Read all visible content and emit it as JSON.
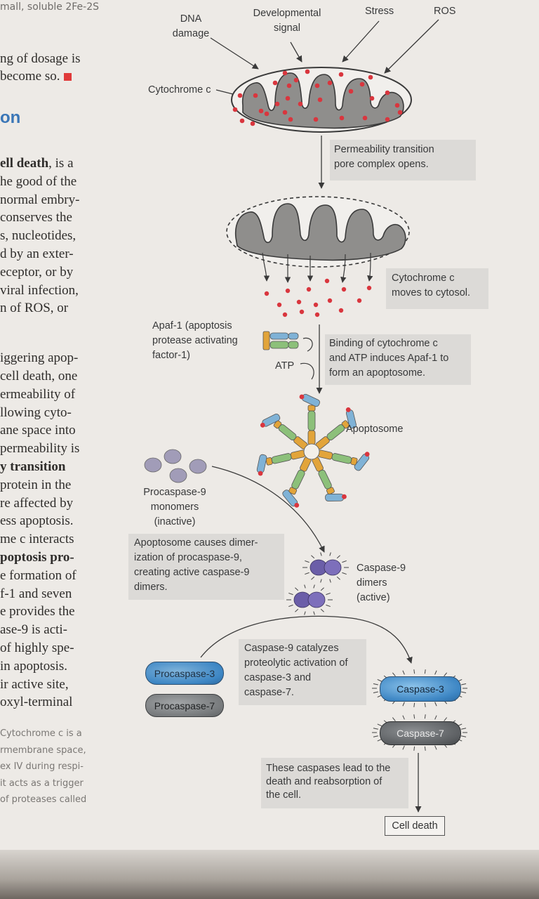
{
  "book": {
    "header_fragment": "mall, soluble 2Fe-2S",
    "lines_top": [
      "ng of dosage is",
      "become so."
    ],
    "section_fragment": "on",
    "body_lines": [
      [
        {
          "t": "ell death",
          "b": true
        },
        {
          "t": ", is a",
          "b": false
        }
      ],
      [
        {
          "t": "he good of the",
          "b": false
        }
      ],
      [
        {
          "t": "normal embry-",
          "b": false
        }
      ],
      [
        {
          "t": "conserves the",
          "b": false
        }
      ],
      [
        {
          "t": "s, nucleotides,",
          "b": false
        }
      ],
      [
        {
          "t": "d by an exter-",
          "b": false
        }
      ],
      [
        {
          "t": "eceptor, or by",
          "b": false
        }
      ],
      [
        {
          "t": "viral infection,",
          "b": false
        }
      ],
      [
        {
          "t": "n of ROS, or",
          "b": false
        }
      ],
      [
        {
          "t": "",
          "b": false
        }
      ],
      [
        {
          "t": "iggering apop-",
          "b": false
        }
      ],
      [
        {
          "t": "cell death, one",
          "b": false
        }
      ],
      [
        {
          "t": "ermeability of",
          "b": false
        }
      ],
      [
        {
          "t": "llowing cyto-",
          "b": false
        }
      ],
      [
        {
          "t": "ane space into",
          "b": false
        }
      ],
      [
        {
          "t": "permeability is",
          "b": false
        }
      ],
      [
        {
          "t": "y transition",
          "b": true
        }
      ],
      [
        {
          "t": "protein in the",
          "b": false
        }
      ],
      [
        {
          "t": "re affected by",
          "b": false
        }
      ],
      [
        {
          "t": "ess apoptosis.",
          "b": false
        }
      ],
      [
        {
          "t": "me c interacts",
          "b": false
        }
      ],
      [
        {
          "t": "poptosis pro-",
          "b": true
        }
      ],
      [
        {
          "t": "e formation of",
          "b": false
        }
      ],
      [
        {
          "t": "f-1 and seven",
          "b": false
        }
      ],
      [
        {
          "t": "e provides the",
          "b": false
        }
      ],
      [
        {
          "t": "ase-9 is acti-",
          "b": false
        }
      ],
      [
        {
          "t": "of highly spe-",
          "b": false
        }
      ],
      [
        {
          "t": " in apoptosis.",
          "b": false
        }
      ],
      [
        {
          "t": "ir active site,",
          "b": false
        }
      ],
      [
        {
          "t": "oxyl-terminal",
          "b": false
        }
      ]
    ],
    "caption_lines": [
      "Cytochrome c is a",
      "rmembrane space,",
      "ex IV during respi-",
      "it acts as a trigger",
      "of proteases called"
    ]
  },
  "diagram": {
    "triggers": {
      "dna_damage": [
        "DNA",
        "damage"
      ],
      "developmental_signal": [
        "Developmental",
        "signal"
      ],
      "stress": "Stress",
      "ros": "ROS"
    },
    "cytochrome_label": "Cytochrome c",
    "step1_box": [
      "Permeability transition",
      "pore complex opens."
    ],
    "step2_box": [
      "Cytochrome c",
      "moves to cytosol."
    ],
    "apaf_label": [
      "Apaf-1 (apoptosis",
      "protease activating",
      "factor-1)"
    ],
    "atp_label": "ATP",
    "step3_box": [
      "Binding of cytochrome c",
      "and ATP induces Apaf-1 to",
      "form an apoptosome."
    ],
    "apoptosome_label": "Apoptosome",
    "procaspase9_label": [
      "Procaspase-9",
      "monomers",
      "(inactive)"
    ],
    "step4_box": [
      "Apoptosome causes dimer-",
      "ization of procaspase-9,",
      "creating active caspase-9",
      "dimers."
    ],
    "caspase9_label": [
      "Caspase-9",
      "dimers",
      "(active)"
    ],
    "step5_box": [
      "Caspase-9 catalyzes",
      "proteolytic activation of",
      "caspase-3 and",
      "caspase-7."
    ],
    "procaspase3": "Procaspase-3",
    "procaspase7": "Procaspase-7",
    "caspase3": "Caspase-3",
    "caspase7": "Caspase-7",
    "step6_box": [
      "These caspases lead to the",
      "death and reabsorption of",
      "the cell."
    ],
    "cell_death": "Cell death"
  },
  "colors": {
    "mito_fill": "#8f8e8c",
    "cytochrome_dot": "#d9363e",
    "box_fill": "#dcdad7",
    "caspase3_fill": "#3d86c4",
    "procaspase_fill": "#777a7c",
    "caspase9_fill": "#6b5ea8",
    "section_blue": "#3a76b7"
  }
}
